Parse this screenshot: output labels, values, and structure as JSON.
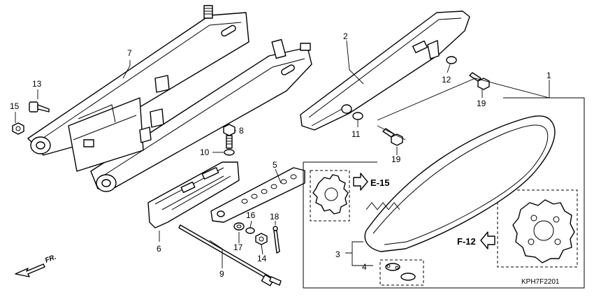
{
  "diagram_code": "KPH7F2201",
  "direction_label": "FR.",
  "references": {
    "engine_ref": "E-15",
    "frame_ref": "F-12"
  },
  "callouts": {
    "c1": "1",
    "c2": "2",
    "c3": "3",
    "c4": "4",
    "c5": "5",
    "c6": "6",
    "c7": "7",
    "c8": "8",
    "c9": "9",
    "c10": "10",
    "c11": "11",
    "c12": "12",
    "c13": "13",
    "c14": "14",
    "c15": "15",
    "c16": "16",
    "c17": "17",
    "c18": "18",
    "c19a": "19",
    "c19b": "19"
  }
}
